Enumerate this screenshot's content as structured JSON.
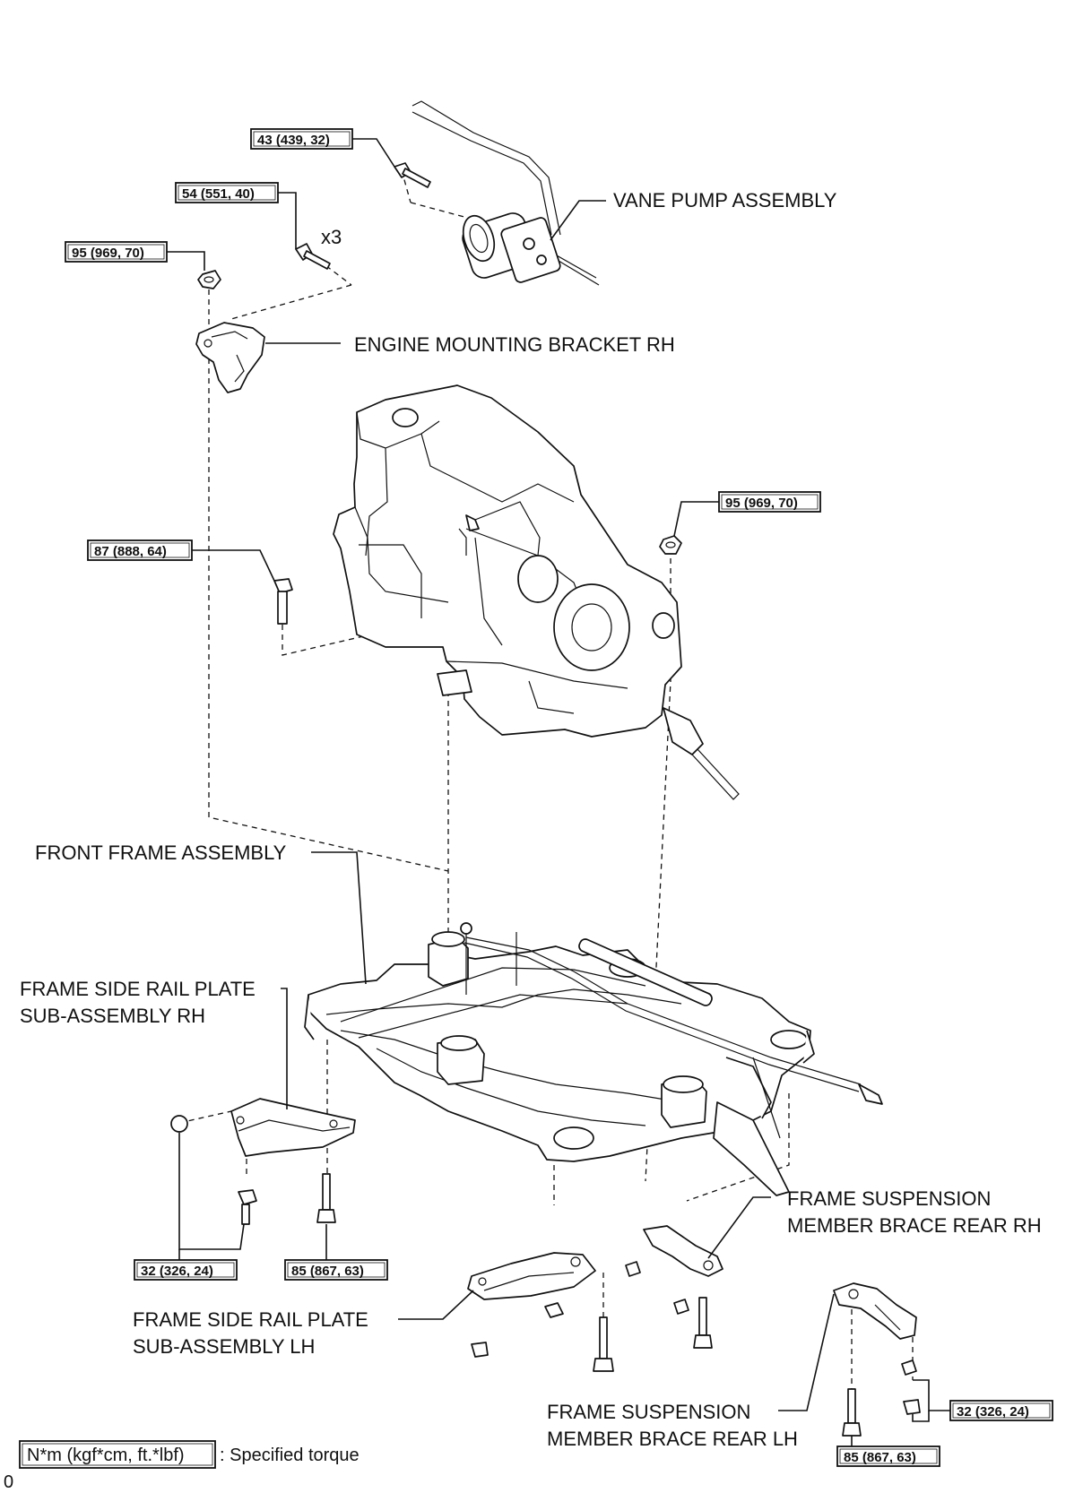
{
  "parts": {
    "vane_pump": "VANE PUMP ASSEMBLY",
    "engine_mounting_bracket": "ENGINE MOUNTING BRACKET RH",
    "front_frame": "FRONT FRAME ASSEMBLY",
    "side_rail_rh_line1": "FRAME SIDE RAIL PLATE",
    "side_rail_rh_line2": "SUB-ASSEMBLY RH",
    "brace_rear_rh_line1": "FRAME SUSPENSION",
    "brace_rear_rh_line2": "MEMBER BRACE REAR RH",
    "side_rail_lh_line1": "FRAME SIDE RAIL PLATE",
    "side_rail_lh_line2": "SUB-ASSEMBLY LH",
    "brace_rear_lh_line1": "FRAME SUSPENSION",
    "brace_rear_lh_line2": "MEMBER BRACE REAR LH"
  },
  "torques": {
    "t43": "43 (439, 32)",
    "t54": "54 (551, 40)",
    "t95a": "95 (969, 70)",
    "t95b": "95 (969, 70)",
    "t87": "87 (888, 64)",
    "t32a": "32 (326, 24)",
    "t85a": "85 (867, 63)",
    "t32b": "32 (326, 24)",
    "t85b": "85 (867, 63)"
  },
  "quantity": "x3",
  "legend": {
    "box": "N*m (kgf*cm, ft.*lbf)",
    "text": ": Specified torque"
  },
  "footer_mark": "0"
}
